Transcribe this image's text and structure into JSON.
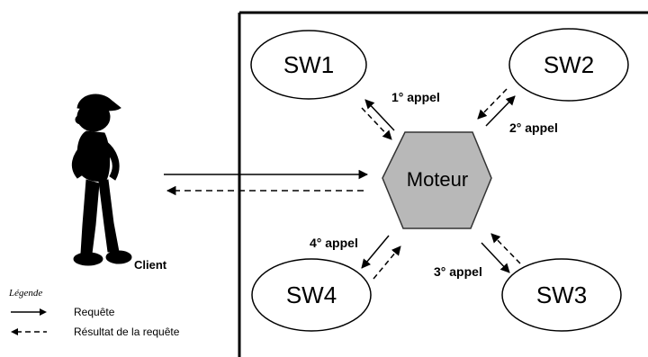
{
  "nodes": {
    "sw1": "SW1",
    "sw2": "SW2",
    "sw3": "SW3",
    "sw4": "SW4",
    "engine": "Moteur",
    "client": "Client"
  },
  "edges": {
    "call1": "1° appel",
    "call2": "2° appel",
    "call3": "3° appel",
    "call4": "4° appel"
  },
  "legend": {
    "title": "Légende",
    "request": "Requête",
    "result": "Résultat de la requête"
  },
  "colors": {
    "engine_fill": "#b8b8b8",
    "line": "#000000",
    "ellipse_fill": "#ffffff"
  }
}
